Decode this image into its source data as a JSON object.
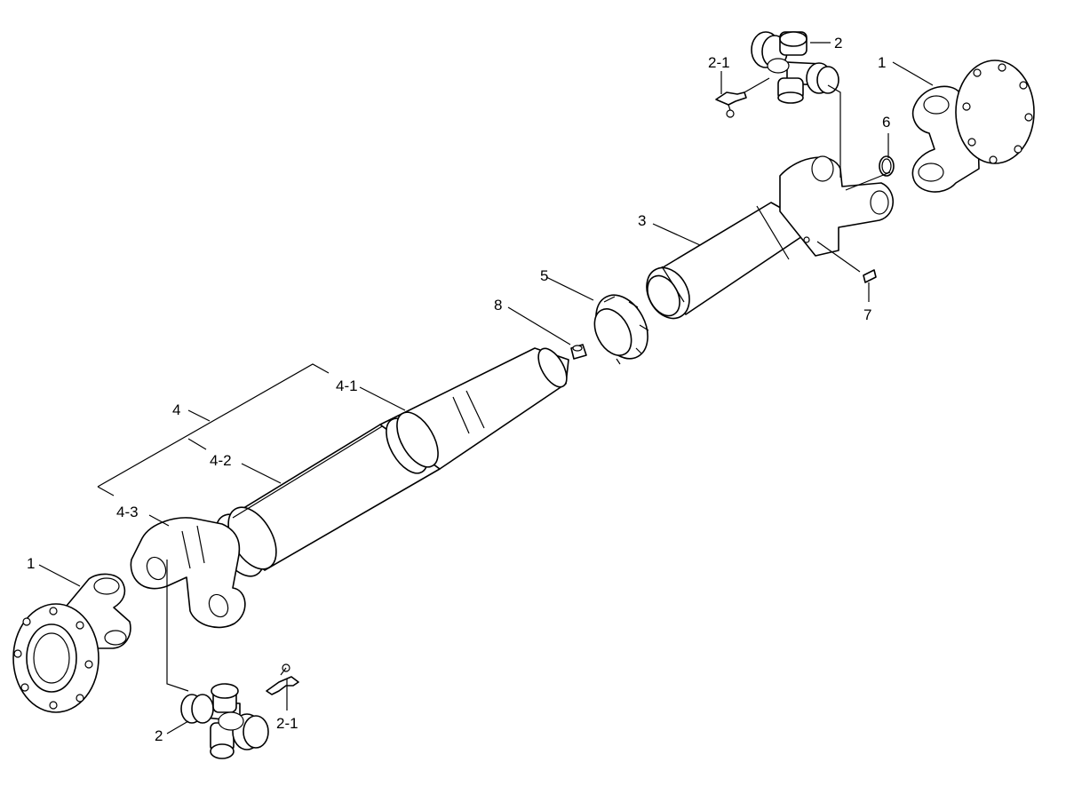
{
  "diagram": {
    "callouts": [
      {
        "id": "c1a",
        "text": "1"
      },
      {
        "id": "c1b",
        "text": "1"
      },
      {
        "id": "c2a",
        "text": "2"
      },
      {
        "id": "c2b",
        "text": "2"
      },
      {
        "id": "c21a",
        "text": "2-1"
      },
      {
        "id": "c21b",
        "text": "2-1"
      },
      {
        "id": "c3",
        "text": "3"
      },
      {
        "id": "c4",
        "text": "4"
      },
      {
        "id": "c41",
        "text": "4-1"
      },
      {
        "id": "c42",
        "text": "4-2"
      },
      {
        "id": "c43",
        "text": "4-3"
      },
      {
        "id": "c5",
        "text": "5"
      },
      {
        "id": "c6",
        "text": "6"
      },
      {
        "id": "c7",
        "text": "7"
      },
      {
        "id": "c8",
        "text": "8"
      }
    ]
  }
}
